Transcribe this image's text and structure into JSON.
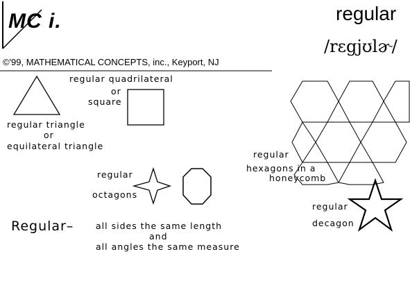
{
  "header": {
    "logo_text": "MC i.",
    "word": "regular",
    "pronunciation": "/rɛgjʊlɚ/",
    "copyright": "©'99, MATHEMATICAL CONCEPTS, inc., Keyport, NJ"
  },
  "labels": {
    "quad_line1": "regular quadrilateral",
    "quad_line2": "or",
    "quad_line3": "square",
    "tri_line1": "regular triangle",
    "tri_line2": "or",
    "tri_line3": "equilateral triangle",
    "oct_line1": "regular",
    "oct_line2": "octagons",
    "hex_line1": "regular",
    "hex_line2": "hexagons in a",
    "hex_line3": "honeycomb",
    "dec_line1": "regular",
    "dec_line2": "decagon"
  },
  "definition": {
    "term": "Regular–",
    "line1": "all sides the same length",
    "line2": "and",
    "line3": "all angles the same measure"
  },
  "colors": {
    "ink": "#000000",
    "background": "#ffffff"
  }
}
